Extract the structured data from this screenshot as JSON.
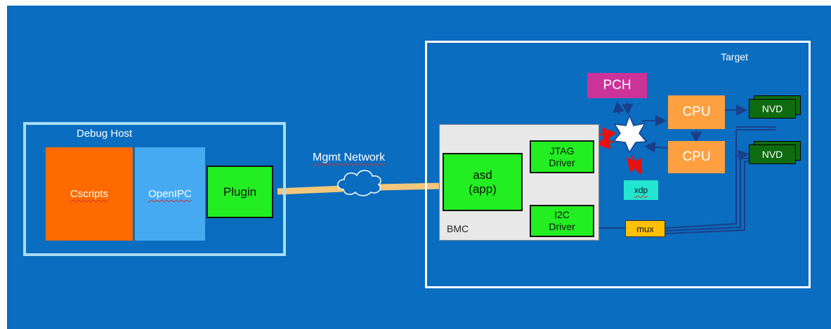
{
  "debug_host": {
    "title": "Debug Host",
    "cscripts": "Cscripts",
    "openipc": "OpenIPC",
    "plugin": "Plugin"
  },
  "network": {
    "label": "Mgmt Network"
  },
  "target": {
    "title": "Target",
    "bmc": {
      "label": "BMC",
      "asd_line1": "asd",
      "asd_line2": "(app)",
      "jtag_line1": "JTAG",
      "jtag_line2": "Driver",
      "i2c_line1": "I2C",
      "i2c_line2": "Driver"
    },
    "pch": "PCH",
    "cpu_top": "CPU",
    "cpu_bottom": "CPU",
    "nvd_top": "NVD",
    "nvd_bottom": "NVD",
    "xdp": "xdp",
    "mux": "mux"
  },
  "colors": {
    "background": "#0a6dbf",
    "cscripts": "#ff6a00",
    "openipc": "#45aaf2",
    "green": "#22ee22",
    "pch": "#cc3399",
    "cpu": "#ffa040",
    "nvd": "#0f6b0f",
    "xdp": "#22e6d0",
    "mux": "#ffc107",
    "bmc": "#e8e8e8",
    "cable": "#f4c77a"
  }
}
